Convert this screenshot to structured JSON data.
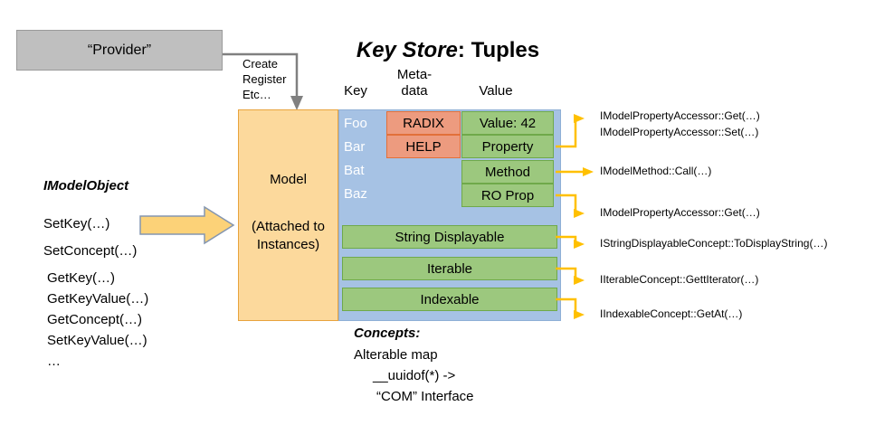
{
  "title": {
    "emphasis": "Key Store",
    "rest": ": Tuples"
  },
  "provider": {
    "label": "“Provider”",
    "connector_label": "Create\nRegister\nEtc…"
  },
  "columns": {
    "key": "Key",
    "metadata": "Meta-\ndata",
    "value": "Value"
  },
  "model": {
    "label": "Model",
    "sublabel": "(Attached to\nInstances)"
  },
  "keys": [
    "Foo",
    "Bar",
    "Bat",
    "Baz"
  ],
  "metadata_boxes": [
    "RADIX",
    "HELP"
  ],
  "values": [
    "Value: 42",
    "Property",
    "Method",
    "RO Prop"
  ],
  "concept_bars": [
    "String Displayable",
    "Iterable",
    "Indexable"
  ],
  "annotations": [
    {
      "text": "IModelPropertyAccessor::Get(…)"
    },
    {
      "text": "IModelPropertyAccessor::Set(…)"
    },
    {
      "text": "IModelMethod::Call(…)"
    },
    {
      "text": "IModelPropertyAccessor::Get(…)"
    },
    {
      "text": "IStringDisplayableConcept::ToDisplayString(…)"
    },
    {
      "text": "IIterableConcept::GettIterator(…)"
    },
    {
      "text": "IIndexableConcept::GetAt(…)"
    }
  ],
  "imodelobject": {
    "title": "IModelObject",
    "methods": [
      "SetKey(…)",
      "SetConcept(…)",
      "GetKey(…)",
      "GetKeyValue(…)",
      "GetConcept(…)",
      "SetKeyValue(…)",
      "…"
    ]
  },
  "concepts": {
    "title": "Concepts:",
    "lines": [
      "Alterable map",
      "__uuidof(*) ->",
      "“COM” Interface"
    ]
  },
  "colors": {
    "provider_fill": "#BFBFBF",
    "model_fill": "#FCD99C",
    "keystore_fill": "#A6C2E4",
    "metadata_fill": "#ED9B7F",
    "value_fill": "#9CC87E",
    "arrow": "#FFC000",
    "block_arrow_fill": "#FCD278"
  }
}
